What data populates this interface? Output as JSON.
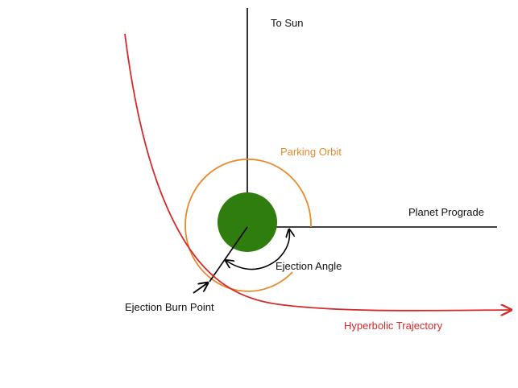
{
  "labels": {
    "to_sun": "To Sun",
    "parking_orbit": "Parking Orbit",
    "planet_prograde": "Planet Prograde",
    "ejection_angle": "Ejection Angle",
    "ejection_burn_point": "Ejection Burn Point",
    "hyperbolic_trajectory": "Hyperbolic Trajectory"
  },
  "colors": {
    "axes": "#000000",
    "planet": "#2f7d0e",
    "parking_orbit": "#e88a2c",
    "hyperbolic_trajectory": "#d42a2a",
    "text_default": "#111111"
  }
}
